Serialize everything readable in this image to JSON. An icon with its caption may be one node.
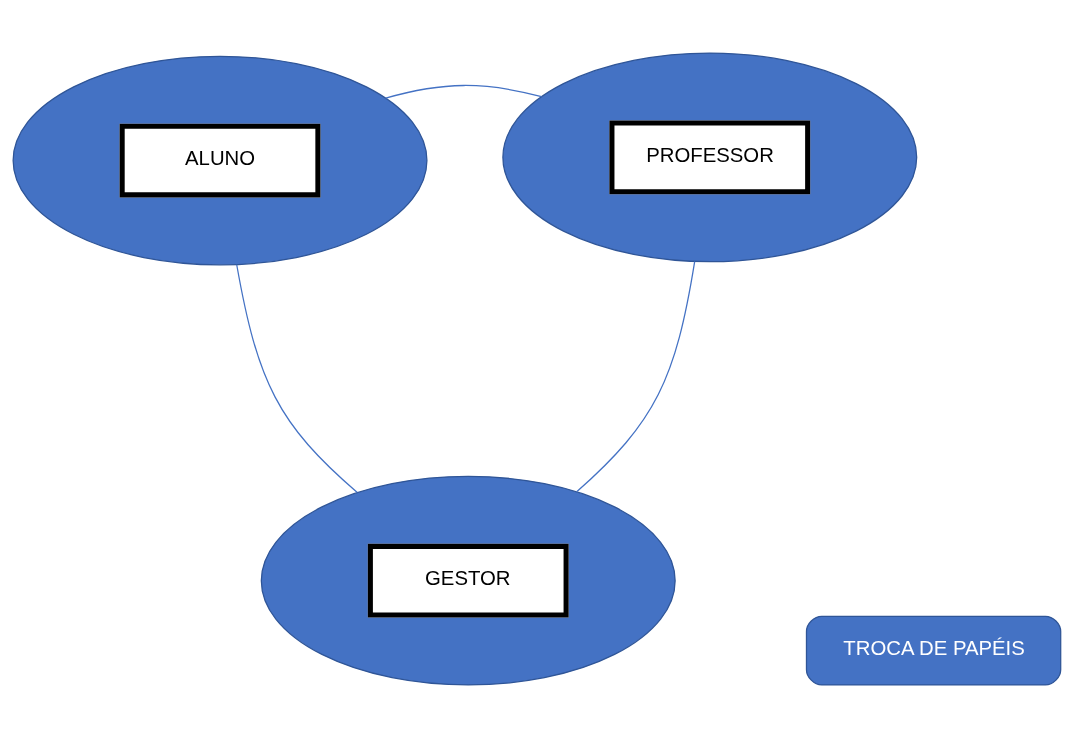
{
  "diagram": {
    "nodes": [
      {
        "text": [
          "ALUNO"
        ]
      },
      {
        "text": [
          "PROFESSOR"
        ]
      },
      {
        "text": [
          "GESTOR"
        ]
      },
      {
        "text": [
          "TROCA DE PAPÉIS"
        ]
      }
    ],
    "edges": [
      {
        "from": 0,
        "to": 1,
        "arrow": "none"
      },
      {
        "from": 1,
        "to": 2,
        "arrow": "none"
      },
      {
        "from": 2,
        "to": 0,
        "arrow": "none"
      }
    ]
  }
}
